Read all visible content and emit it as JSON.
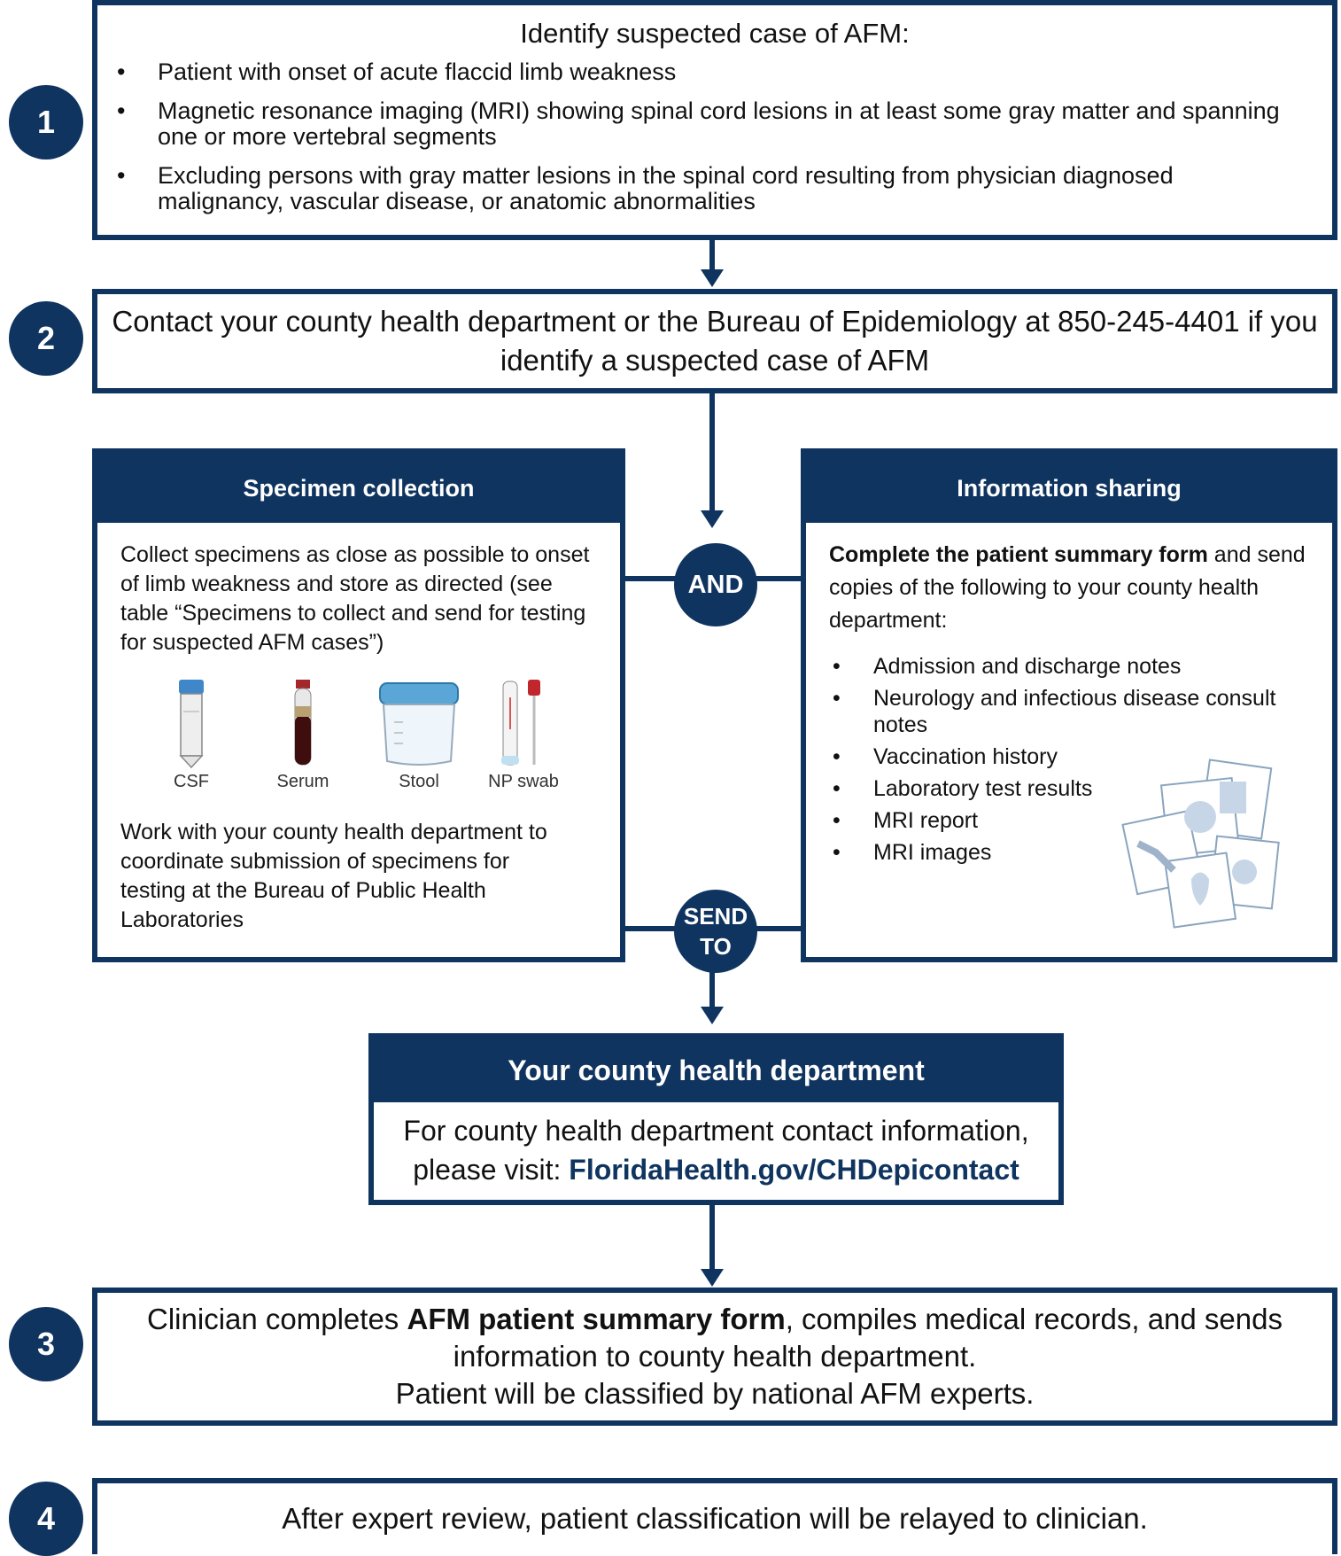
{
  "step1": {
    "number": "1",
    "title": "Identify suspected case of AFM:",
    "bullets": [
      "Patient with onset of acute flaccid limb weakness",
      "Magnetic resonance imaging (MRI) showing spinal cord lesions in at least some gray matter and spanning one or more vertebral segments",
      "Excluding persons with gray matter lesions in the spinal cord resulting from physician diagnosed malignancy, vascular disease, or anatomic abnormalities"
    ]
  },
  "step2": {
    "number": "2",
    "text": "Contact your county health department or the Bureau of Epidemiology at 850-245-4401 if you identify a suspected case of AFM"
  },
  "specimen": {
    "header": "Specimen collection",
    "intro": "Collect specimens as close as possible to onset of limb weakness and store as directed (see table “Specimens to collect and send for testing for suspected AFM cases”)",
    "labels": [
      "CSF",
      "Serum",
      "Stool",
      "NP swab"
    ],
    "outro": "Work with your county health department to coordinate submission of specimens for testing at the Bureau of Public Health Laboratories"
  },
  "connectors": {
    "and": "AND",
    "send_to": "SEND TO"
  },
  "info": {
    "header": "Information sharing",
    "intro_bold": "Complete the patient summary form",
    "intro_rest": " and send copies of the following to your county health department:",
    "bullets": [
      "Admission and discharge notes",
      "Neurology and infectious disease consult notes",
      "Vaccination history",
      "Laboratory test results",
      "MRI report",
      "MRI images"
    ]
  },
  "county": {
    "header": "Your county health department",
    "text": "For county health department contact information, please visit: ",
    "link": "FloridaHealth.gov/CHDepicontact"
  },
  "step3": {
    "number": "3",
    "text_pre": "Clinician completes ",
    "text_bold": "AFM patient summary form",
    "text_post": ", compiles medical records, and sends information to county health department.",
    "line2": "Patient will be classified by national AFM experts."
  },
  "step4": {
    "number": "4",
    "text": "After expert review, patient classification will be relayed to clinician."
  },
  "colors": {
    "navy": "#0f3460"
  }
}
